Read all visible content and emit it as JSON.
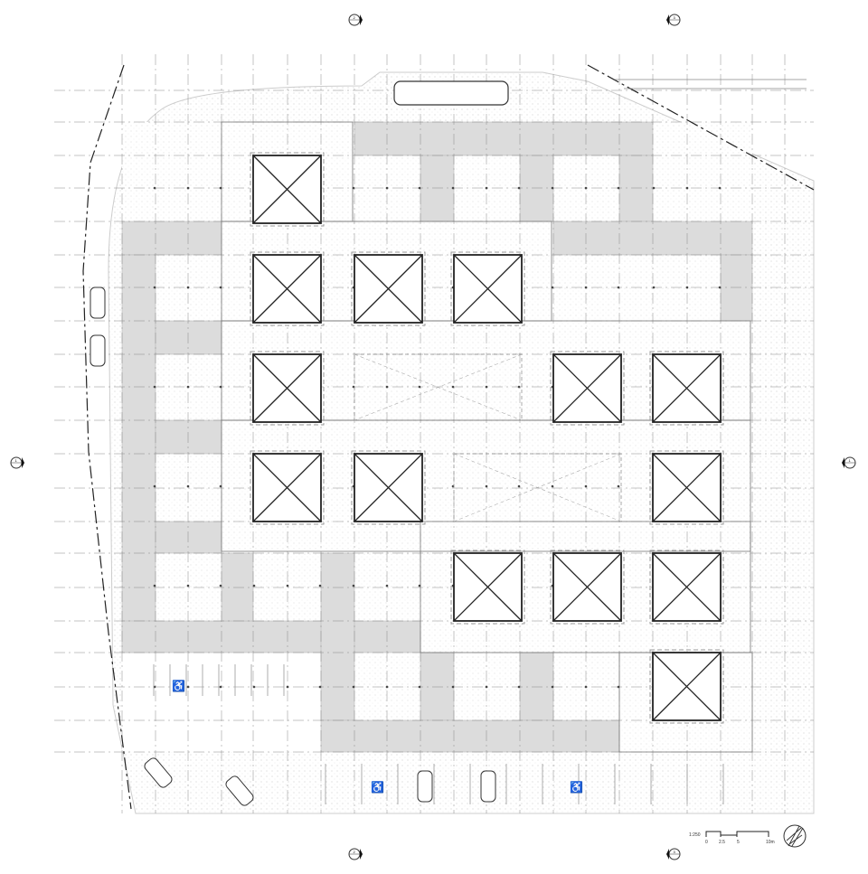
{
  "drawing": {
    "type": "site floor plan",
    "scale": {
      "ratio_label": "1:250",
      "tick_labels": [
        "0",
        "2.5",
        "5",
        "10m"
      ]
    },
    "section_markers": [
      "2",
      "3",
      "1",
      "1",
      "2",
      "3"
    ],
    "colors": {
      "line": "#555555",
      "heavy_line": "#222222",
      "grey_band": "#dcdcdc",
      "grid": "#888888"
    }
  }
}
